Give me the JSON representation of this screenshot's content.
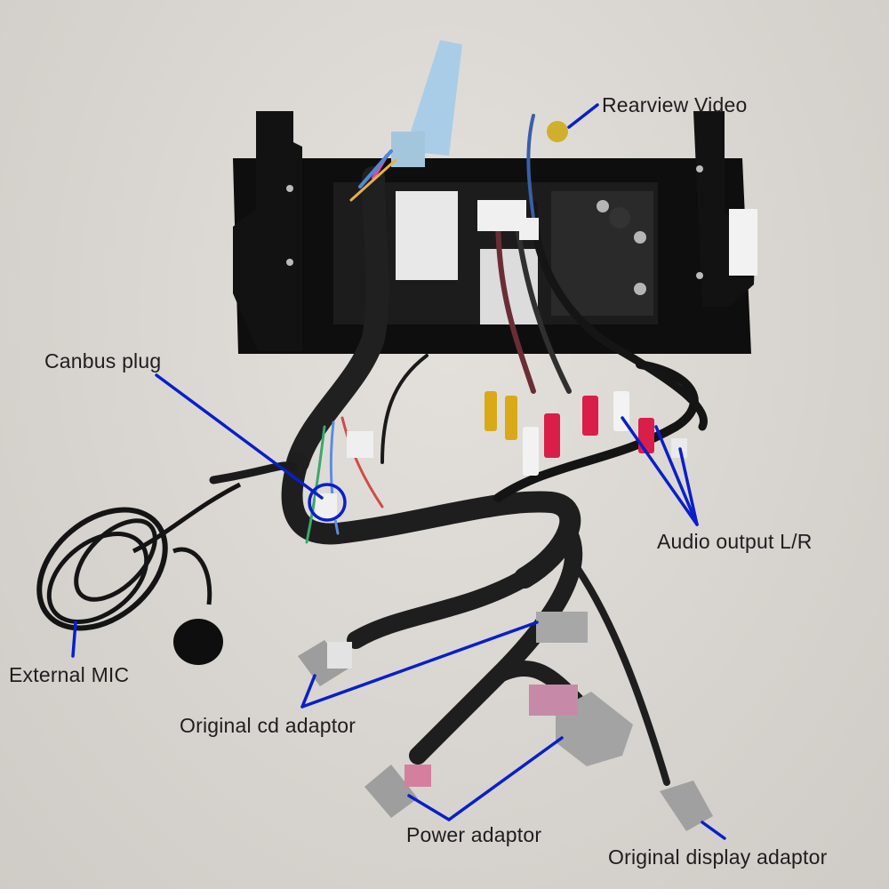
{
  "labels": {
    "rearview_video": "Rearview Video",
    "canbus_plug": "Canbus plug",
    "audio_output": "Audio output L/R",
    "external_mic": "External MIC",
    "original_cd_adaptor": "Original cd adaptor",
    "power_adaptor": "Power adaptor",
    "original_display_adaptor": "Original display adaptor"
  },
  "colors": {
    "callout_line": "#0a1fc8",
    "background": "#d9d6d1",
    "unit_body": "#111111",
    "connector_grey": "#9a9a9a"
  }
}
